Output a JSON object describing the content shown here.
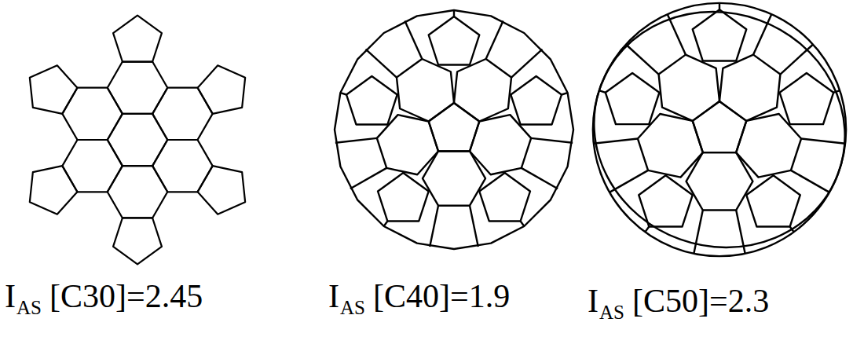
{
  "diagram": {
    "labels": [
      "I",
      "AS",
      "[C30]=2.45",
      "I",
      "AS",
      "[C40]=1.9",
      "I",
      "AS",
      "[C50]=2.3"
    ]
  }
}
